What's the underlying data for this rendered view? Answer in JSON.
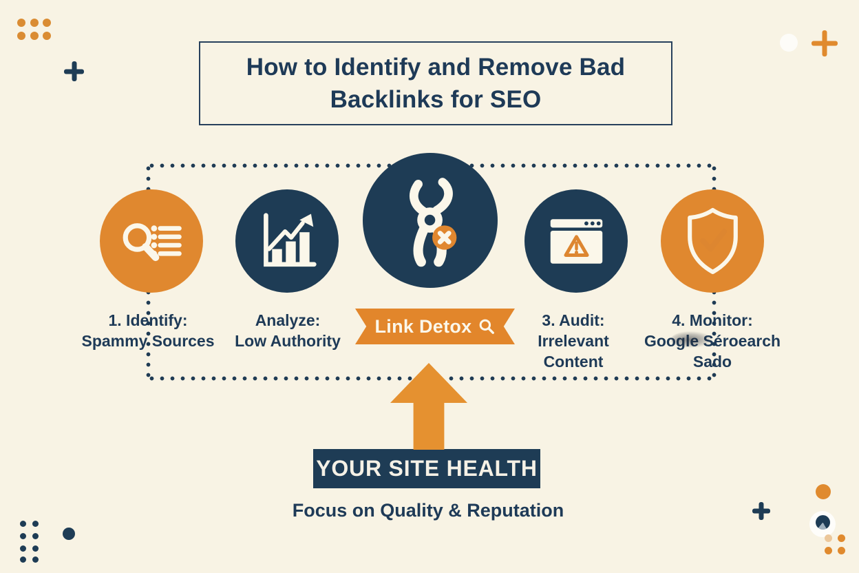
{
  "title": "How to Identify and Remove Bad\nBacklinks for SEO",
  "steps": [
    {
      "icon": "magnifier-list-icon",
      "label": "1. Identify:\nSpammy Sources"
    },
    {
      "icon": "growth-chart-icon",
      "label": "Analyze:\nLow Authority"
    },
    {
      "icon": "pliers-remove-icon",
      "label": ""
    },
    {
      "icon": "browser-warning-icon",
      "label": "3. Audit:\nIrrelevant\nContent"
    },
    {
      "icon": "shield-check-icon",
      "label": "4. Monitor:\nGoogle Séroearch Sado"
    }
  ],
  "ribbon": {
    "label": "Link Detox",
    "icon": "magnifier-icon"
  },
  "banner": {
    "label": "YOUR SITE HEALTH"
  },
  "tagline": "Focus on Quality & Reputation",
  "colors": {
    "background": "#F8F3E4",
    "orange": "#E0882F",
    "navy": "#1E3C55",
    "text_navy": "#1E3A57",
    "ribbon_orange": "#E2862B",
    "arrow_orange": "#E59130"
  }
}
